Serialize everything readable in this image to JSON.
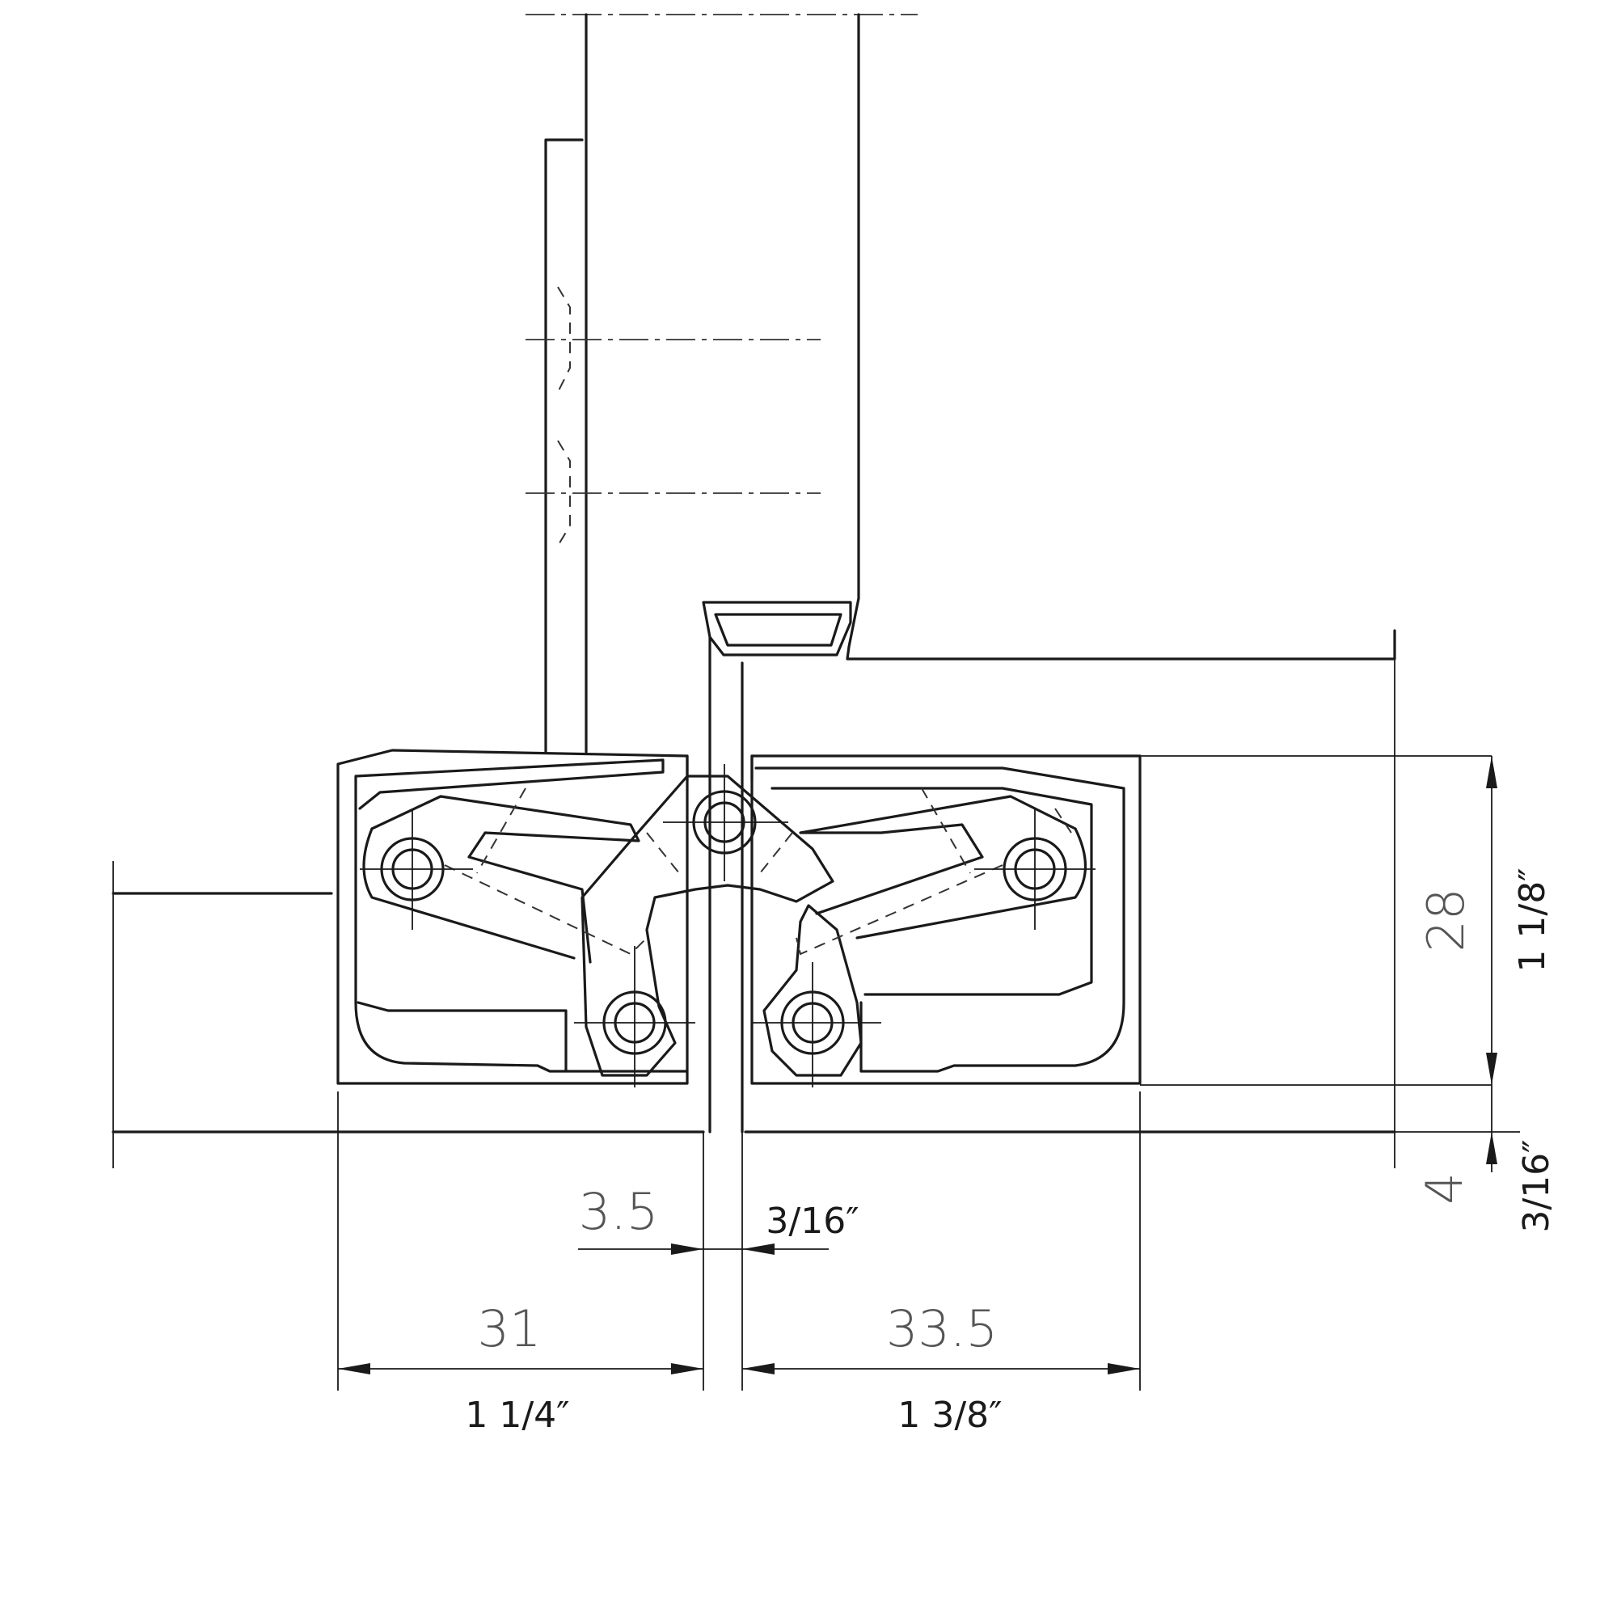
{
  "dimensions": {
    "width_left": {
      "metric": "31",
      "inch": "1 1/4″"
    },
    "width_right": {
      "metric": "33.5",
      "inch": "1 3/8″"
    },
    "gap": {
      "metric": "3.5",
      "inch": "3/16″"
    },
    "height": {
      "metric": "28",
      "inch": "1 1/8″"
    },
    "offset": {
      "metric": "4",
      "inch": "3/16″"
    }
  }
}
